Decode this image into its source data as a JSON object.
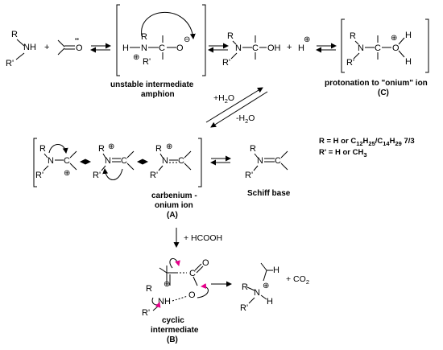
{
  "captions": {
    "amphion_line1": "unstable intermediate",
    "amphion_line2": "amphion",
    "onium_line1": "protonation to \"onium\" ion",
    "onium_line2": "(C)",
    "carbenium_line1": "carbenium -",
    "carbenium_line2": "onium ion",
    "carbenium_line3": "(A)",
    "schiff": "Schiff base",
    "cyclic_line1": "cyclic",
    "cyclic_line2": "intermediate",
    "cyclic_line3": "(B)"
  },
  "conditions": {
    "add_water": "+H",
    "add_water_sub": "2",
    "add_water_tail": "O",
    "remove_water": "-H",
    "remove_water_sub": "2",
    "remove_water_tail": "O",
    "formic_acid": "+ HCOOH",
    "co2": "+ CO",
    "co2_sub": "2"
  },
  "legend": {
    "r_line_prefix": "R = H or C",
    "r_sub1": "12",
    "r_mid1": "H",
    "r_sub2": "25",
    "r_slash": "/C",
    "r_sub3": "14",
    "r_mid2": "H",
    "r_sub4": "29",
    "r_suffix": " 7/3",
    "r2_line_prefix": "R' = H or CH",
    "r2_sub": "3"
  },
  "atoms": {
    "R": "R",
    "Rp": "R'",
    "NH": "NH",
    "N": "N",
    "H": "H",
    "C": "C",
    "O": "O",
    "OH": "OH",
    "plus": "+",
    "plus_sign": "⊕",
    "minus_sign": "⊖",
    "pair": "••"
  },
  "colors": {
    "ink": "#000000",
    "arrow_magenta": "#e6008a",
    "dashed_green": "#4caf50"
  }
}
